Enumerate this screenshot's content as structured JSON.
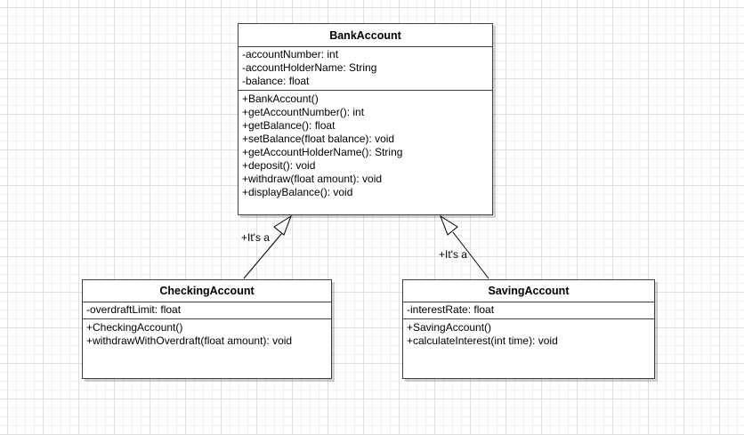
{
  "classes": {
    "bank_account": {
      "name": "BankAccount",
      "attributes": [
        "-accountNumber: int",
        "-accountHolderName: String",
        "-balance: float"
      ],
      "operations": [
        "+BankAccount()",
        "+getAccountNumber(): int",
        "+getBalance(): float",
        "+setBalance(float balance): void",
        "+getAccountHolderName(): String",
        "+deposit(): void",
        "+withdraw(float amount): void",
        "+displayBalance(): void"
      ]
    },
    "checking_account": {
      "name": "CheckingAccount",
      "attributes": [
        "-overdraftLimit: float"
      ],
      "operations": [
        "+CheckingAccount()",
        "+withdrawWithOverdraft(float amount): void"
      ]
    },
    "saving_account": {
      "name": "SavingAccount",
      "attributes": [
        "-interestRate: float"
      ],
      "operations": [
        "+SavingAccount()",
        "+calculateInterest(int time): void"
      ]
    }
  },
  "relations": {
    "checking_to_bank": {
      "type": "generalization",
      "label": "+It's a"
    },
    "saving_to_bank": {
      "type": "generalization",
      "label": "+It's a"
    }
  }
}
